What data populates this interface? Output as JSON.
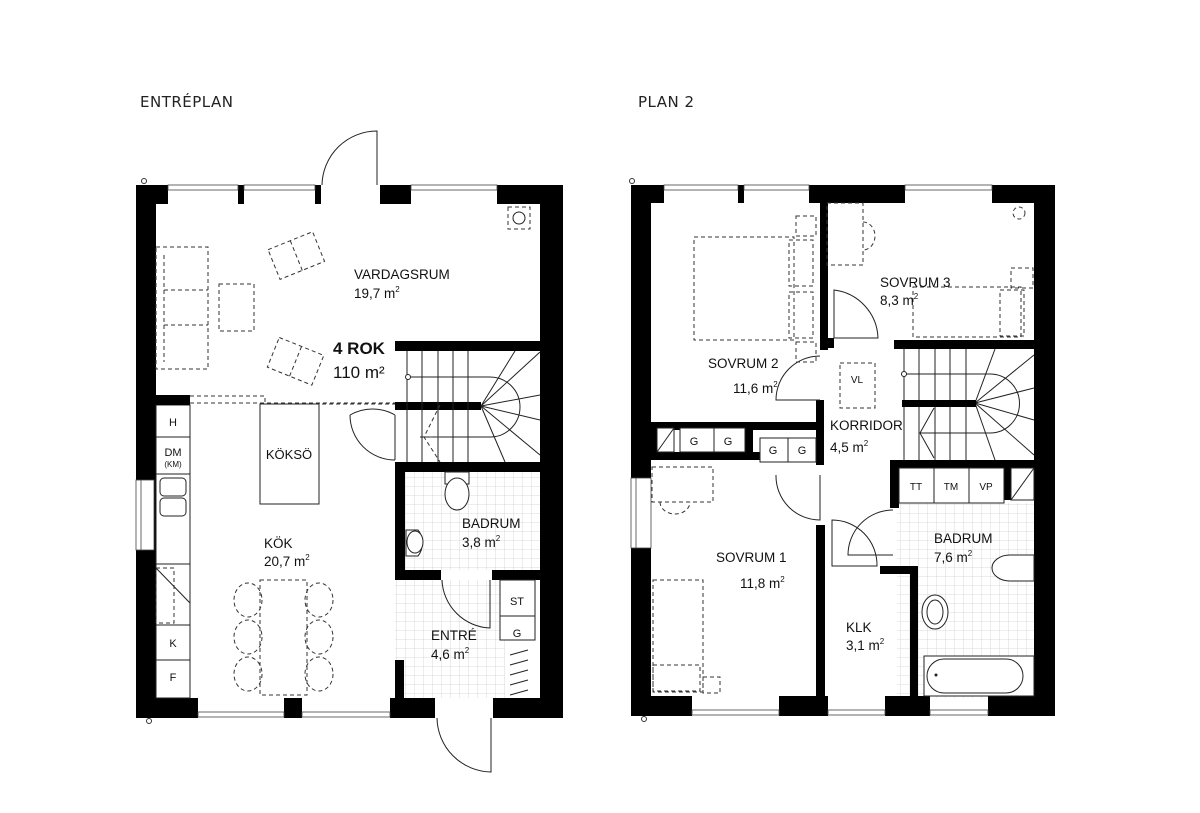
{
  "plans": [
    {
      "title": "ENTRÉPLAN",
      "summary": {
        "rooms": "4 ROK",
        "area": "110 m²"
      },
      "rooms": [
        {
          "name": "VARDAGSRUM",
          "area": "19,7 m",
          "sup": "2"
        },
        {
          "name": "KÖK",
          "area": "20,7 m",
          "sup": "2"
        },
        {
          "name": "BADRUM",
          "area": "3,8 m",
          "sup": "2"
        },
        {
          "name": "ENTRÉ",
          "area": "4,6 m",
          "sup": "2"
        }
      ],
      "fixtures": {
        "island": "KÖKSÖ",
        "kitchen_units": [
          "H",
          "DM",
          "(KM)",
          "K",
          "F"
        ],
        "closets": [
          "ST",
          "G"
        ]
      }
    },
    {
      "title": "PLAN 2",
      "rooms": [
        {
          "name": "SOVRUM 2",
          "area": "11,6 m",
          "sup": "2"
        },
        {
          "name": "SOVRUM 3",
          "area": "8,3 m",
          "sup": "2"
        },
        {
          "name": "KORRIDOR",
          "area": "4,5 m",
          "sup": "2"
        },
        {
          "name": "SOVRUM 1",
          "area": "11,8 m",
          "sup": "2"
        },
        {
          "name": "KLK",
          "area": "3,1 m",
          "sup": "2"
        },
        {
          "name": "BADRUM",
          "area": "7,6 m",
          "sup": "2"
        }
      ],
      "fixtures": {
        "vent": "VL",
        "wardrobes": [
          "G",
          "G",
          "G",
          "G"
        ],
        "laundry": [
          "TT",
          "TM",
          "VP"
        ]
      }
    }
  ]
}
